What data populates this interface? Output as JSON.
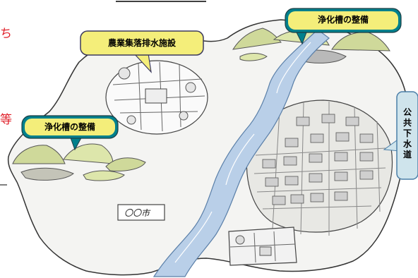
{
  "callouts": {
    "top_right": "浄化槽の整備",
    "top_left": "農業集落排水施設",
    "left": "浄化槽の整備",
    "right_vertical": "公共下水道"
  },
  "place_label": "〇〇市",
  "edge_fragments": {
    "top": "ち",
    "middle": "等"
  },
  "colors": {
    "callout_fill": "#f4ee7a",
    "callout_stroke": "#3c3a5e",
    "teal_fill": "#00808c",
    "vertical_fill": "#cfe4ec",
    "vertical_stroke": "#4a7ea8",
    "river": "#b9cfe8",
    "land": "#f4f4f2",
    "edge_text": "#e0202a"
  }
}
